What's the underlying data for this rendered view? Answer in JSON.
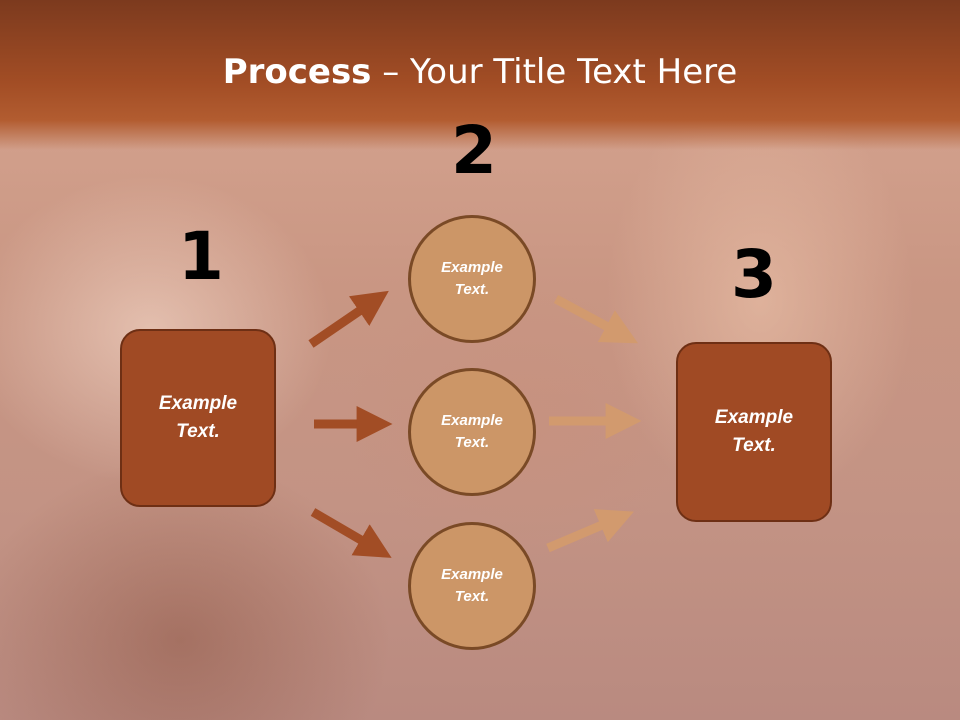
{
  "slide": {
    "title_bold": "Process",
    "title_rest": " – Your Title Text Here",
    "steps": [
      "1",
      "2",
      "3"
    ],
    "left_box": {
      "line1": "Example",
      "line2": "Text."
    },
    "circles": [
      {
        "line1": "Example",
        "line2": "Text."
      },
      {
        "line1": "Example",
        "line2": "Text."
      },
      {
        "line1": "Example",
        "line2": "Text."
      }
    ],
    "right_box": {
      "line1": "Example",
      "line2": "Text."
    }
  },
  "colors": {
    "header": "#a24d25",
    "box_fill": "#a04a24",
    "circle_fill": "#cc9667",
    "arrow_left": "#a24d25",
    "arrow_right": "#d29a6e"
  }
}
